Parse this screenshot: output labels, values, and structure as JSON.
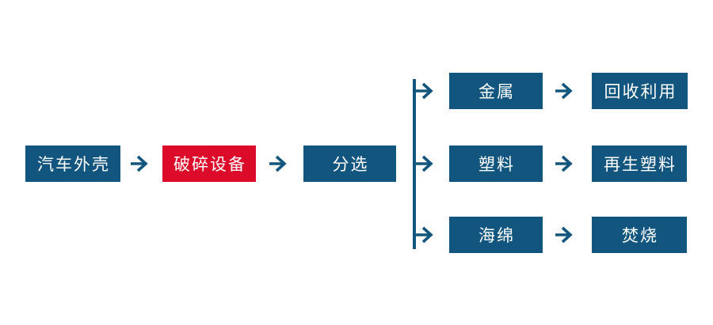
{
  "colors": {
    "node_blue": "#12557E",
    "node_red": "#DD0B2A",
    "connector": "#12557E",
    "text": "#FFFFFF"
  },
  "main_flow": {
    "nodes": [
      {
        "id": "car-shell",
        "label": "汽车外壳",
        "color": "blue"
      },
      {
        "id": "crusher",
        "label": "破碎设备",
        "color": "red"
      },
      {
        "id": "sorting",
        "label": "分选",
        "color": "blue"
      }
    ]
  },
  "branches": [
    {
      "id": "metal",
      "material": "金属",
      "destination": "回收利用"
    },
    {
      "id": "plastic",
      "material": "塑料",
      "destination": "再生塑料"
    },
    {
      "id": "sponge",
      "material": "海绵",
      "destination": "焚烧"
    }
  ]
}
